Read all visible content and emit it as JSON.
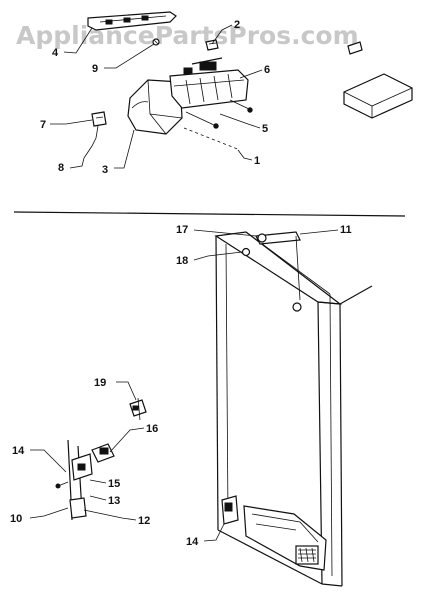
{
  "watermark": "AppliancePartsPros.com",
  "callouts": {
    "c1": "1",
    "c2": "2",
    "c3": "3",
    "c4": "4",
    "c5": "5",
    "c6": "6",
    "c7": "7",
    "c8": "8",
    "c9": "9",
    "c10": "10",
    "c11": "11",
    "c12": "12",
    "c13": "13",
    "c14a": "14",
    "c14b": "14",
    "c15": "15",
    "c16": "16",
    "c17": "17",
    "c18": "18",
    "c19": "19"
  },
  "colors": {
    "ink": "#111111",
    "watermark": "#c8c8c8",
    "background": "#ffffff"
  }
}
